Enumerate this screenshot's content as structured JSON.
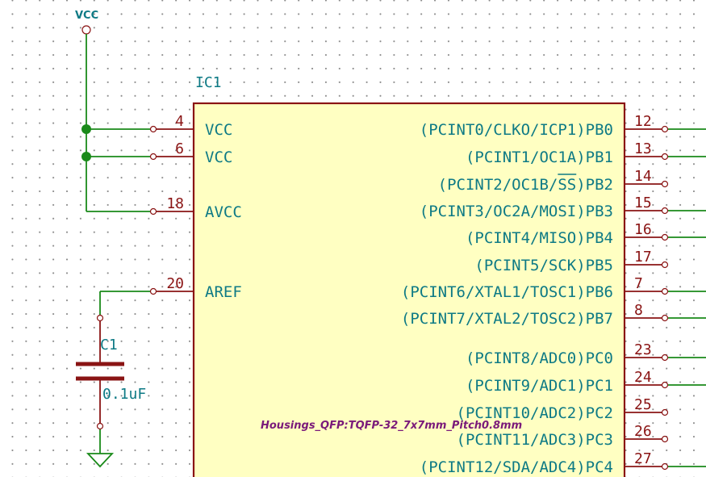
{
  "power": {
    "vcc_label": "VCC"
  },
  "ic": {
    "ref": "IC1",
    "footprint": "Housings_QFP:TQFP-32_7x7mm_Pitch0.8mm",
    "left_pins": [
      {
        "num": "4",
        "name": "VCC"
      },
      {
        "num": "6",
        "name": "VCC"
      },
      {
        "num": "18",
        "name": "AVCC"
      },
      {
        "num": "20",
        "name": "AREF"
      }
    ],
    "right_pins": [
      {
        "num": "12",
        "name": "(PCINT0/CLKO/ICP1)PB0"
      },
      {
        "num": "13",
        "name": "(PCINT1/OC1A)PB1"
      },
      {
        "num": "14",
        "name": "(PCINT2/OC1B/SS)PB2"
      },
      {
        "num": "15",
        "name": "(PCINT3/OC2A/MOSI)PB3"
      },
      {
        "num": "16",
        "name": "(PCINT4/MISO)PB4"
      },
      {
        "num": "17",
        "name": "(PCINT5/SCK)PB5"
      },
      {
        "num": "7",
        "name": "(PCINT6/XTAL1/TOSC1)PB6"
      },
      {
        "num": "8",
        "name": "(PCINT7/XTAL2/TOSC2)PB7"
      },
      {
        "num": "23",
        "name": "(PCINT8/ADC0)PC0"
      },
      {
        "num": "24",
        "name": "(PCINT9/ADC1)PC1"
      },
      {
        "num": "25",
        "name": "(PCINT10/ADC2)PC2"
      },
      {
        "num": "26",
        "name": "(PCINT11/ADC3)PC3"
      },
      {
        "num": "27",
        "name": "(PCINT12/SDA/ADC4)PC4"
      }
    ]
  },
  "capacitor": {
    "ref": "C1",
    "value": "0.1uF"
  },
  "colors": {
    "wire": "#1a8a1a",
    "pin": "#8a1414",
    "label": "#0e7a85",
    "body_fill": "#ffffc2",
    "footprint": "#7a1a7a"
  }
}
